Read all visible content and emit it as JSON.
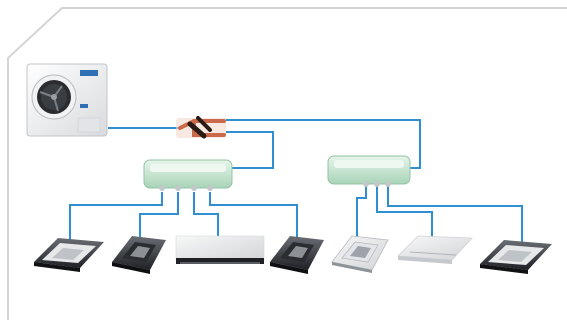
{
  "diagram": {
    "frame_color": "#d4d4d4",
    "pipe_color": "#2f8fd0",
    "branch_box_color": "#c7e6d2",
    "refnet_color": "#c96a4a",
    "outdoor_unit": {
      "logo_color": "#2f6fb3"
    },
    "branch_boxes": [
      {
        "name": "branch-box-left",
        "ports": 4
      },
      {
        "name": "branch-box-right",
        "ports": 3
      }
    ],
    "indoor_units": [
      {
        "name": "indoor-unit-1",
        "type": "cassette-flat-dark"
      },
      {
        "name": "indoor-unit-2",
        "type": "cassette-compact-dark"
      },
      {
        "name": "indoor-unit-3",
        "type": "slim-duct"
      },
      {
        "name": "indoor-unit-4",
        "type": "cassette-compact-dark"
      },
      {
        "name": "indoor-unit-5",
        "type": "cassette-compact-light"
      },
      {
        "name": "indoor-unit-6",
        "type": "ceiling-suspended"
      },
      {
        "name": "indoor-unit-7",
        "type": "cassette-flat-dark"
      }
    ]
  }
}
